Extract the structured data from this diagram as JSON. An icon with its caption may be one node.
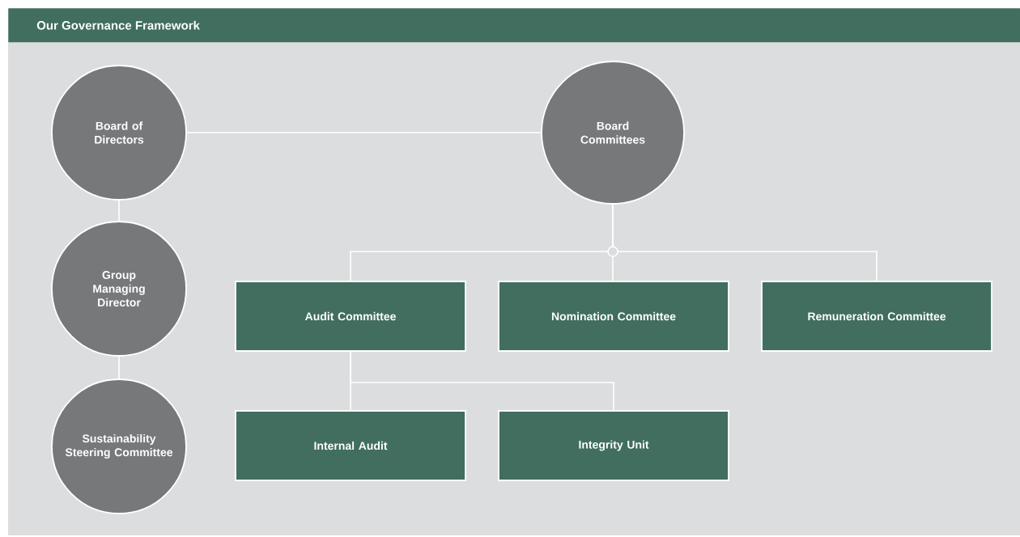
{
  "diagram": {
    "title": "Our Governance Framework",
    "nodes": [
      {
        "text": [
          "Board of Directors"
        ]
      },
      {
        "text": [
          "Board Committees"
        ]
      },
      {
        "text": [
          "Group Managing Director"
        ]
      },
      {
        "text": [
          "Sustainability Steering Committee"
        ]
      },
      {
        "text": [
          "Audit Committee"
        ]
      },
      {
        "text": [
          "Nomination Committee"
        ]
      },
      {
        "text": [
          "Remuneration Committee"
        ]
      },
      {
        "text": [
          "Internal Audit"
        ]
      },
      {
        "text": [
          "Integrity Unit"
        ]
      }
    ],
    "edges": [
      {
        "from": 0,
        "to": 1,
        "arrow": "none"
      },
      {
        "from": 0,
        "to": 2,
        "arrow": "none"
      },
      {
        "from": 2,
        "to": 3,
        "arrow": "none"
      },
      {
        "from": 1,
        "to": 4,
        "arrow": "none"
      },
      {
        "from": 1,
        "to": 5,
        "arrow": "none"
      },
      {
        "from": 1,
        "to": 6,
        "arrow": "none"
      },
      {
        "from": 4,
        "to": 7,
        "arrow": "none"
      },
      {
        "from": 4,
        "to": 8,
        "arrow": "none"
      }
    ]
  }
}
